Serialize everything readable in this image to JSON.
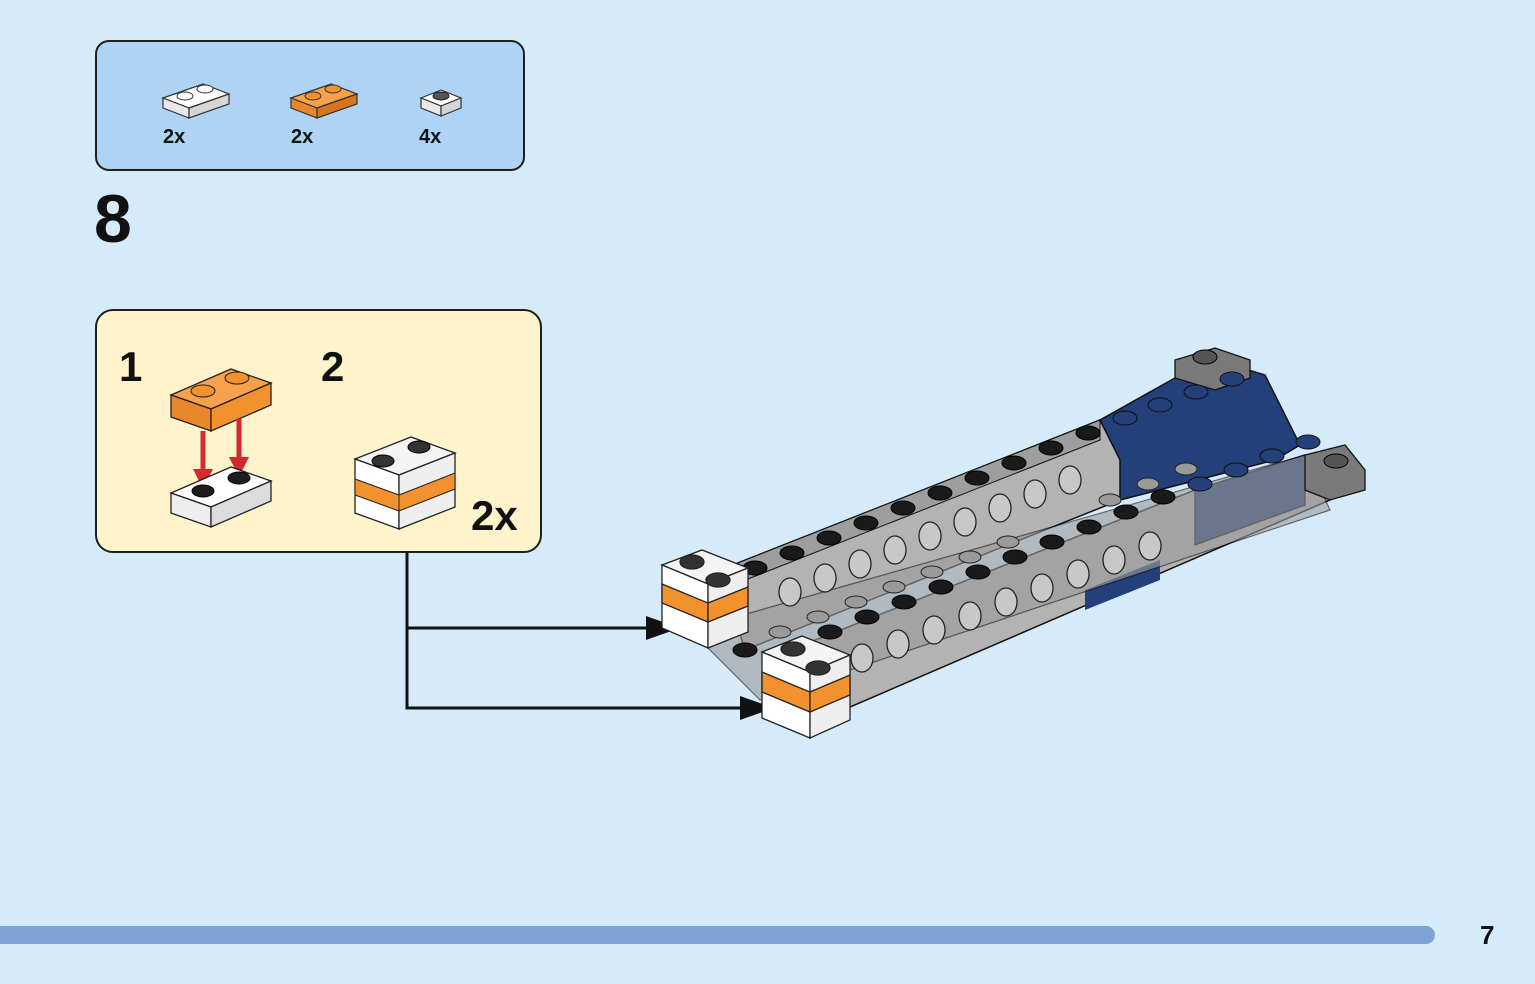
{
  "parts_list": {
    "items": [
      {
        "qty": "2x",
        "part": "white-plate-1x2"
      },
      {
        "qty": "2x",
        "part": "orange-plate-1x2"
      },
      {
        "qty": "4x",
        "part": "white-plate-1x1"
      }
    ]
  },
  "step": {
    "number": "8"
  },
  "substeps": {
    "items": [
      {
        "number": "1"
      },
      {
        "number": "2"
      }
    ],
    "quantity": "2x"
  },
  "colors": {
    "background": "#d6ebfa",
    "parts_box": "#aed3f4",
    "substep_box": "#fef3ca",
    "orange": "#f2912e",
    "white_brick": "#f7f7f7",
    "grey_brick": "#a9a9a9",
    "dark_blue": "#24407a",
    "arrow_red": "#d4282f",
    "footer_bar": "#7fa3d6"
  },
  "footer": {
    "page_number": "7"
  }
}
